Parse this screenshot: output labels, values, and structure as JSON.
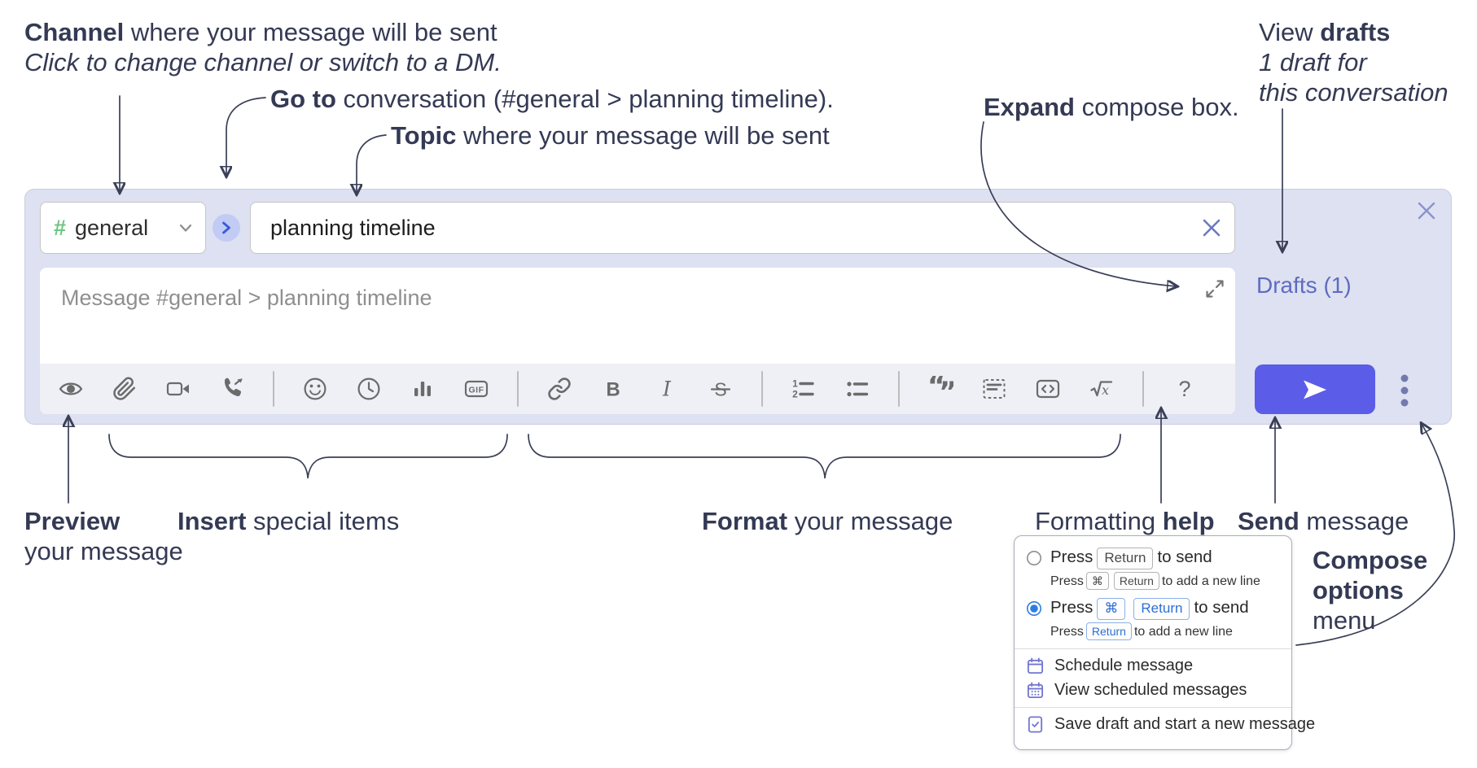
{
  "annotations": {
    "channel": {
      "bold": "Channel",
      "rest": " where your message will be sent",
      "sub": "Click to change channel or switch to a DM."
    },
    "goto": {
      "bold": "Go to",
      "rest": " conversation (#general > planning timeline)."
    },
    "topic": {
      "bold": "Topic",
      "rest": " where your message will be sent"
    },
    "expand": {
      "bold": "Expand",
      "rest": " compose box."
    },
    "drafts": {
      "pre": "View ",
      "bold": "drafts",
      "line2": "1 draft for",
      "line3": "this conversation"
    },
    "preview": {
      "bold": "Preview",
      "line2": "your message"
    },
    "insert": {
      "bold": "Insert",
      "rest": " special items"
    },
    "format": {
      "bold": "Format",
      "rest": " your message"
    },
    "help": {
      "pre": "Formatting ",
      "bold": "help"
    },
    "send": {
      "bold": "Send",
      "rest": " message"
    },
    "compose_options": {
      "line1": "Compose",
      "line2": "options",
      "line3": "menu"
    }
  },
  "compose": {
    "channel_hash": "#",
    "channel_name": "general",
    "topic_value": "planning timeline",
    "message_placeholder": "Message #general > planning timeline",
    "drafts_link": "Drafts (1)",
    "toolbar": {
      "gif": "GIF",
      "bold": "B",
      "italic": "I",
      "strike": "S",
      "help": "?",
      "quote_open": "“",
      "quote_close": "”",
      "num1": "1",
      "num2": "2",
      "math_x": "x"
    }
  },
  "menu": {
    "opt1": {
      "t1": "Press",
      "k1": "Return",
      "t2": "to send"
    },
    "opt1_sub": {
      "t1": "Press",
      "k1": "⌘",
      "k2": "Return",
      "t2": "to add a new line"
    },
    "opt2": {
      "t1": "Press",
      "k1": "⌘",
      "k2": "Return",
      "t2": "to send"
    },
    "opt2_sub": {
      "t1": "Press",
      "k1": "Return",
      "t2": "to add a new line"
    },
    "items": [
      "Schedule message",
      "View scheduled messages",
      "Save draft and start a new message"
    ]
  },
  "colors": {
    "accent_send": "#5b5ce7",
    "container_bg": "#dde1f1",
    "drafts_link": "#5e6cbf",
    "channel_hash_green": "#6fc584",
    "menu_icon_purple": "#7276cf",
    "kbd_blue": "#2d6fd6",
    "annotation_text": "#343a54"
  }
}
